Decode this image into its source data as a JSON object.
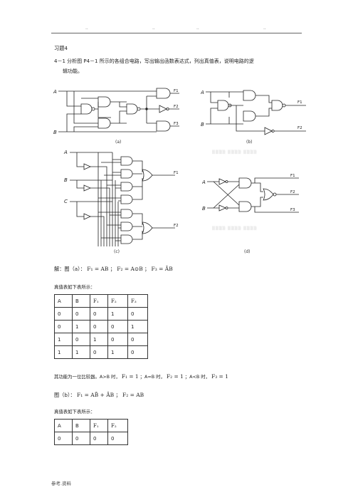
{
  "header": {
    "dots": [
      "..",
      "..",
      "..",
      ".."
    ]
  },
  "title": "习题4",
  "problem": {
    "line1": "4－1  分析图 P4－1 所示的各组合电路，写出输出函数表达式，列出真值表，说明电路的逻",
    "line2": "辑功能。"
  },
  "figures": {
    "a": {
      "caption": "(a)",
      "inputs": [
        "A",
        "B"
      ],
      "outputs": [
        "F1",
        "F2",
        "F3"
      ]
    },
    "b": {
      "caption": "(b)",
      "inputs": [
        "A",
        "B"
      ],
      "outputs": [
        "F1",
        "F2"
      ]
    },
    "c": {
      "caption": "(c)",
      "inputs": [
        "A",
        "B",
        "C"
      ],
      "outputs": [
        "F1",
        "F2"
      ]
    },
    "d": {
      "caption": "(d)",
      "inputs": [
        "A",
        "B"
      ],
      "outputs": [
        "F1",
        "F2",
        "F3"
      ]
    }
  },
  "solution_a": {
    "prefix": "解：图（a）：",
    "f1": "F₁ = AB",
    "sep1": "；",
    "f2": "F₂ = A⊙B",
    "sep2": "；",
    "f3": "F₃ = ĀB"
  },
  "table_intro_1": "真值表如下表所示：",
  "table1": {
    "headers": [
      "A",
      "B",
      "F₁",
      "F₂",
      "F₃"
    ],
    "rows": [
      [
        "0",
        "0",
        "0",
        "1",
        "0"
      ],
      [
        "0",
        "1",
        "0",
        "0",
        "1"
      ],
      [
        "1",
        "0",
        "1",
        "0",
        "0"
      ],
      [
        "1",
        "1",
        "0",
        "1",
        "0"
      ]
    ]
  },
  "function_a": {
    "t1": "其功能为一位比较器。A>B 时，",
    "e1": "F₁ = 1",
    "t2": "；A=B 时，",
    "e2": "F₂ = 1",
    "t3": "；A<B 时，",
    "e3": "F₃ = 1"
  },
  "solution_b": {
    "prefix": "图（b）：",
    "f1": "F₁ = AB̄ + ĀB",
    "sep": "；",
    "f2": "F₂ = AB"
  },
  "table_intro_2": "真值表如下表所示：",
  "table2": {
    "headers": [
      "A",
      "B",
      "F₁",
      "F₂"
    ],
    "rows": [
      [
        "0",
        "0",
        "0",
        "0"
      ]
    ]
  },
  "footer": "参考.资料"
}
